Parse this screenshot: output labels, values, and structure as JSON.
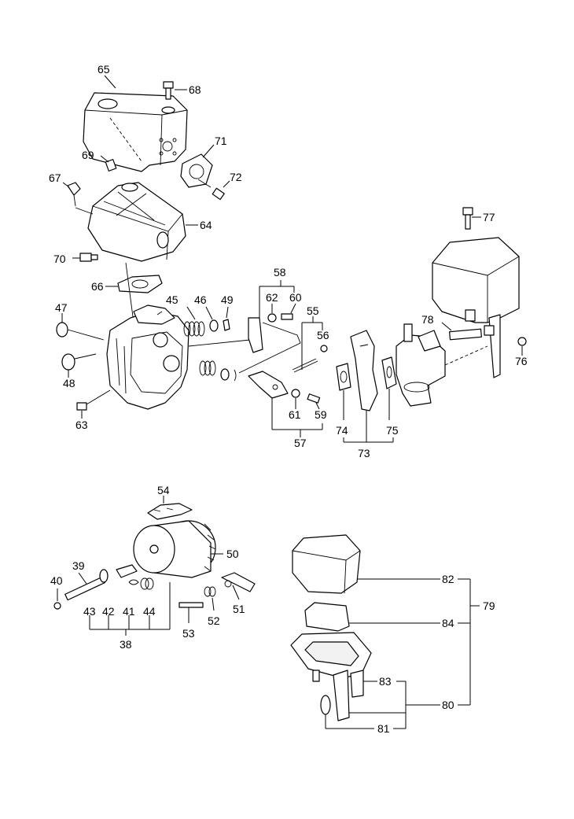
{
  "callouts": {
    "c38": "38",
    "c39": "39",
    "c40": "40",
    "c41": "41",
    "c42": "42",
    "c43": "43",
    "c44": "44",
    "c45": "45",
    "c46": "46",
    "c47": "47",
    "c48": "48",
    "c49": "49",
    "c50": "50",
    "c51": "51",
    "c52": "52",
    "c53": "53",
    "c54": "54",
    "c55": "55",
    "c56": "56",
    "c57": "57",
    "c58": "58",
    "c59": "59",
    "c60": "60",
    "c61": "61",
    "c62": "62",
    "c63": "63",
    "c64": "64",
    "c65": "65",
    "c66": "66",
    "c67": "67",
    "c68": "68",
    "c69": "69",
    "c70": "70",
    "c71": "71",
    "c72": "72",
    "c73": "73",
    "c74": "74",
    "c75": "75",
    "c76": "76",
    "c77": "77",
    "c78": "78",
    "c79": "79",
    "c80": "80",
    "c81": "81",
    "c82": "82",
    "c83": "83",
    "c84": "84"
  }
}
